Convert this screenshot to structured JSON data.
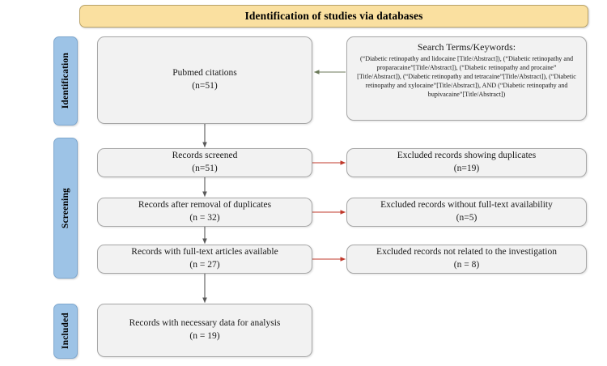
{
  "banner": {
    "title": "Identification of studies via databases"
  },
  "stages": [
    {
      "id": "identification",
      "label": "Identification"
    },
    {
      "id": "screening",
      "label": "Screening"
    },
    {
      "id": "included",
      "label": "Included"
    }
  ],
  "flow": {
    "pubmed": {
      "line1": "Pubmed citations",
      "line2": "(n=51)"
    },
    "screened": {
      "line1": "Records screened",
      "line2": "(n=51)"
    },
    "after_dup": {
      "line1": "Records after removal of duplicates",
      "line2": "(n = 32)"
    },
    "fulltext": {
      "line1": "Records with full-text articles available",
      "line2": "(n = 27)"
    },
    "included": {
      "line1": "Records with necessary data for analysis",
      "line2": "(n = 19)"
    }
  },
  "excluded": {
    "duplicates": {
      "line1": "Excluded records showing duplicates",
      "line2": "(n=19)"
    },
    "no_fulltext": {
      "line1": "Excluded records without full-text availability",
      "line2": "(n=5)"
    },
    "not_related": {
      "line1": "Excluded records not related to the investigation",
      "line2": "(n = 8)"
    }
  },
  "search_terms": {
    "title": "Search Terms/Keywords:",
    "body": "(“Diabetic retinopathy and lidocaine [Title/Abstract]), (“Diabetic retinopathy and proparacaine”[Title/Abstract]), (“Diabetic retinopathy and procaine” [Title/Abstract]), (“Diabetic retinopathy and tetracaine”[Title/Abstract]), (“Diabetic retinopathy and xylocaine”[Title/Abstract]), AND (“Diabetic retinopathy and bupivacaine”[Title/Abstract])"
  },
  "colors": {
    "banner_fill": "#FAE0A0",
    "stage_fill": "#9DC3E6",
    "box_fill": "#F2F2F2",
    "box_border": "#A6A6A6",
    "flow_arrow": "#595959",
    "exclude_arrow": "#C0392B",
    "search_arrow": "#6B7A5A"
  }
}
